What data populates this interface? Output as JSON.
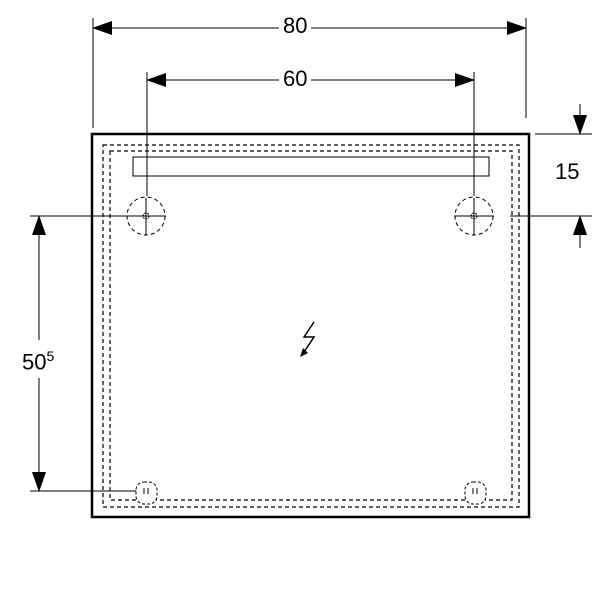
{
  "dimensions": {
    "overall_width": "80",
    "hole_spacing": "60",
    "top_to_hole": "15",
    "hole_to_bottom_main": "50",
    "hole_to_bottom_sup": "5"
  },
  "icons": {
    "center": "lightning-icon"
  },
  "colors": {
    "line": "#000000",
    "background": "#ffffff"
  }
}
